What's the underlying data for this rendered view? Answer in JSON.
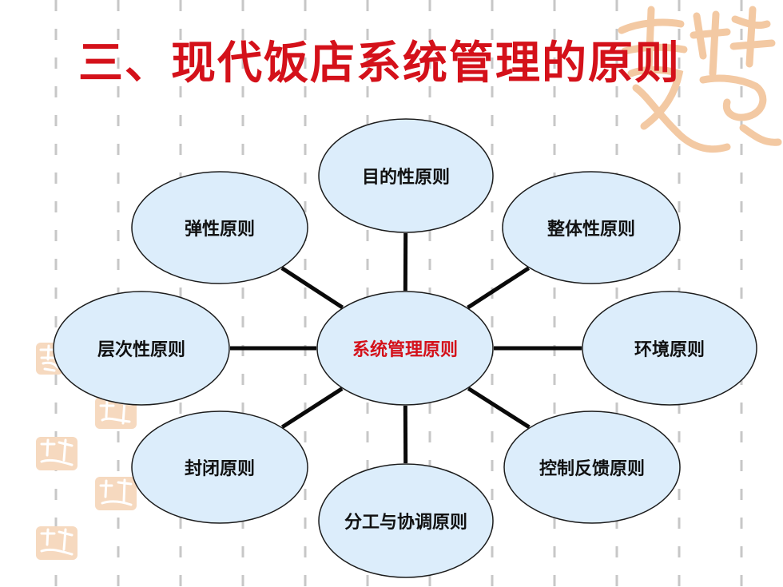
{
  "title": "三、现代饭店系统管理的原则",
  "colors": {
    "title": "#d4111a",
    "center_text": "#d4111a",
    "node_fill": "#dcedfb",
    "node_stroke": "#1c1c1c",
    "connector": "#0a0a0a",
    "stripe": "#c7c7c7",
    "decoration": "#f3c9a3"
  },
  "diagram": {
    "center": "系统管理原则",
    "nodes": [
      "目的性原则",
      "整体性原则",
      "环境原则",
      "控制反馈原则",
      "分工与协调原则",
      "封闭原则",
      "层次性原则",
      "弹性原则"
    ]
  }
}
